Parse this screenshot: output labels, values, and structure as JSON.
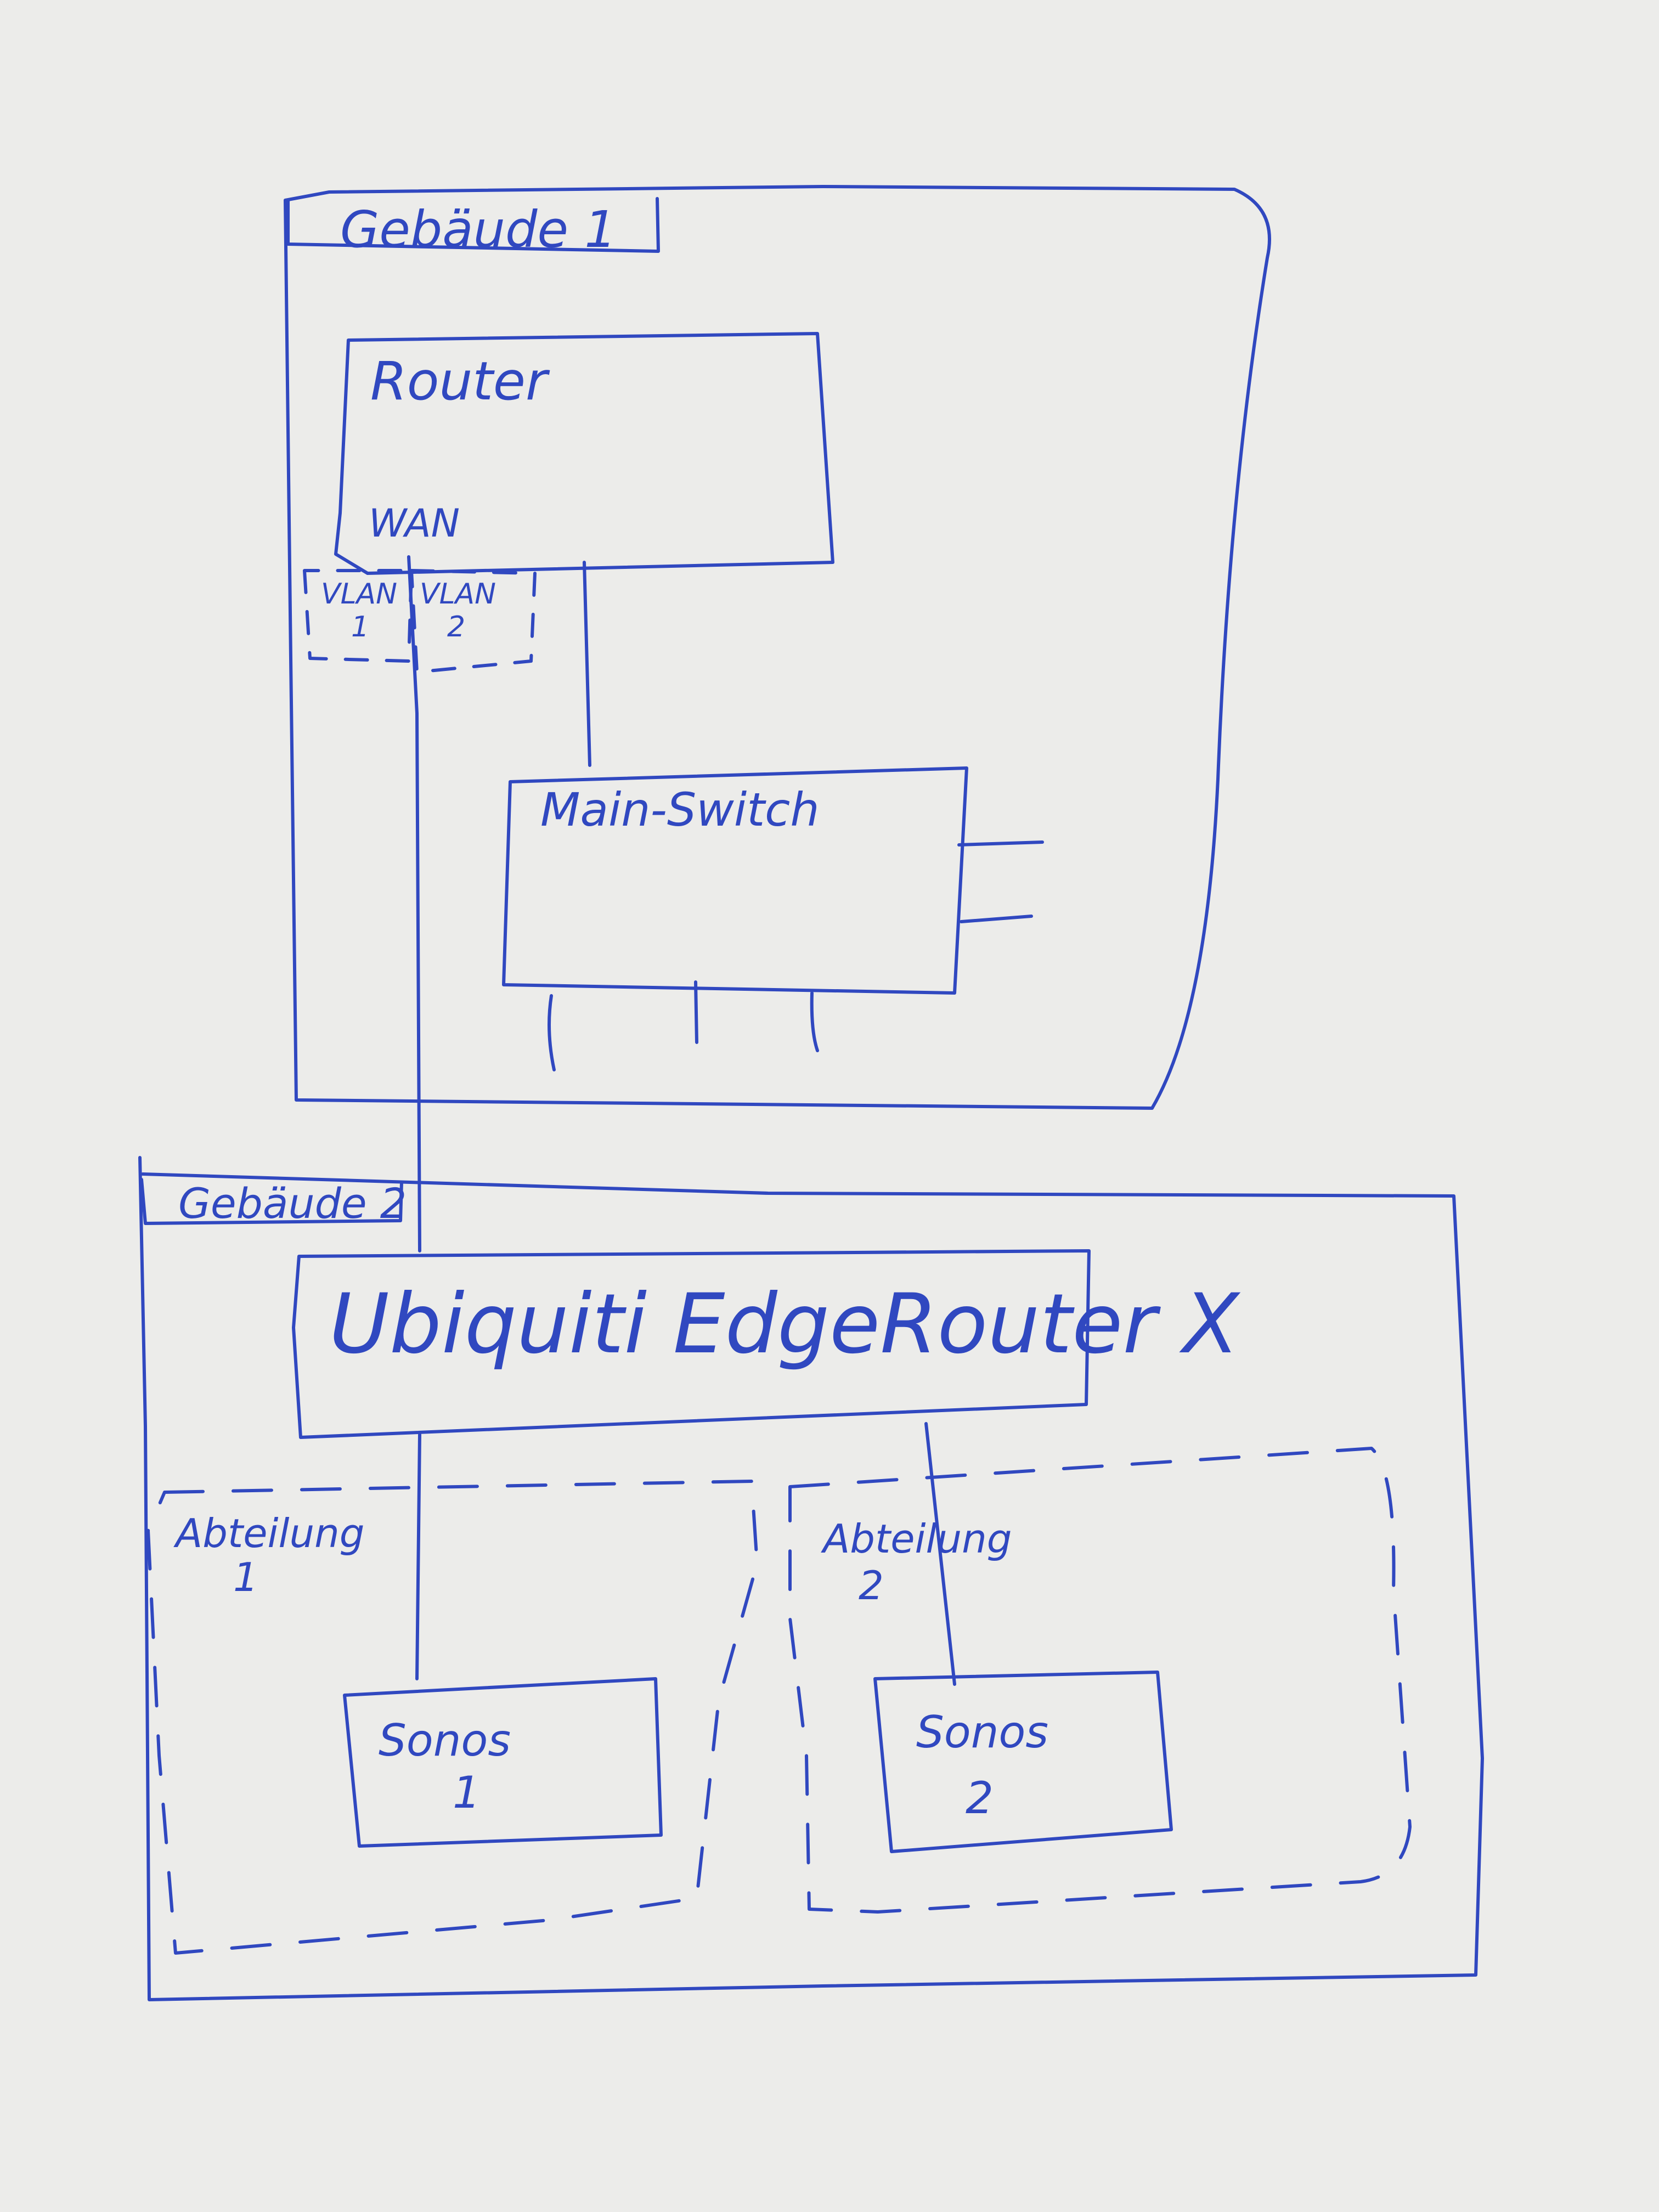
{
  "diagram": {
    "ink_color": "#3048c0",
    "paper_color": "#ececea",
    "building1": {
      "label": "Gebäude 1"
    },
    "router": {
      "label": "Router",
      "port_label": "WAN"
    },
    "vlan1": {
      "label_line1": "VLAN",
      "label_line2": "1"
    },
    "vlan2": {
      "label_line1": "VLAN",
      "label_line2": "2"
    },
    "main_switch": {
      "label": "Main-Switch"
    },
    "building2": {
      "label": "Gebäude 2"
    },
    "edgerouter": {
      "label": "Ubiquiti EdgeRouter X"
    },
    "department1": {
      "label_line1": "Abteilung",
      "label_line2": "1"
    },
    "department2": {
      "label_line1": "Abteilung",
      "label_line2": "2"
    },
    "sonos1": {
      "label_line1": "Sonos",
      "label_line2": "1"
    },
    "sonos2": {
      "label_line1": "Sonos",
      "label_line2": "2"
    }
  }
}
